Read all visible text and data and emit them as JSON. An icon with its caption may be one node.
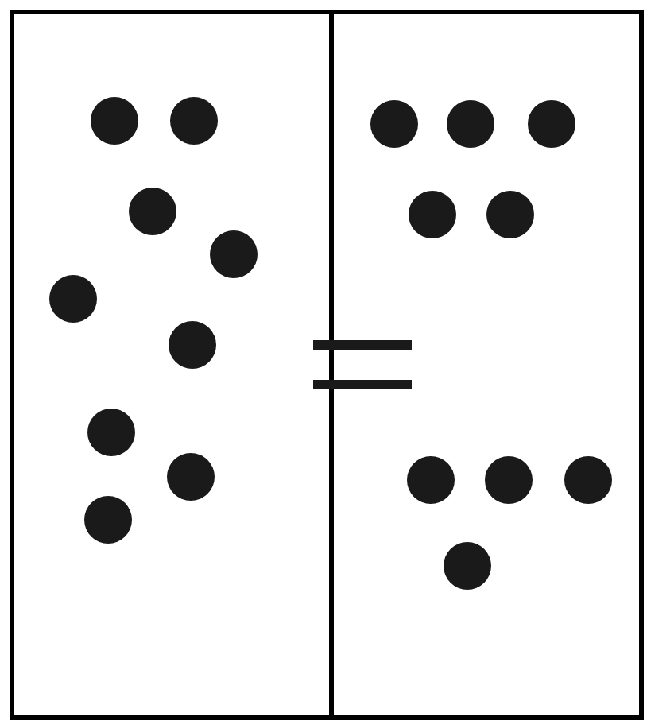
{
  "diagram": {
    "nodes": [
      {
        "text": [],
        "shape": "box"
      },
      {
        "text": [],
        "shape": "circle",
        "in": 0
      },
      {
        "text": [],
        "shape": "circle",
        "in": 0
      },
      {
        "text": [],
        "shape": "circle",
        "in": 0
      },
      {
        "text": [],
        "shape": "circle",
        "in": 0
      },
      {
        "text": [],
        "shape": "circle",
        "in": 0
      },
      {
        "text": [],
        "shape": "circle",
        "in": 0
      },
      {
        "text": [],
        "shape": "circle",
        "in": 0
      },
      {
        "text": [],
        "shape": "circle",
        "in": 0
      },
      {
        "text": [],
        "shape": "circle",
        "in": 0
      },
      {
        "text": [],
        "shape": "box"
      },
      {
        "text": [],
        "shape": "circle",
        "in": 10
      },
      {
        "text": [],
        "shape": "circle",
        "in": 10
      },
      {
        "text": [],
        "shape": "circle",
        "in": 10
      },
      {
        "text": [],
        "shape": "circle",
        "in": 10
      },
      {
        "text": [],
        "shape": "circle",
        "in": 10
      },
      {
        "text": [],
        "shape": "circle",
        "in": 10
      },
      {
        "text": [],
        "shape": "circle",
        "in": 10
      },
      {
        "text": [],
        "shape": "circle",
        "in": 10
      },
      {
        "text": [],
        "shape": "circle",
        "in": 10
      }
    ]
  }
}
